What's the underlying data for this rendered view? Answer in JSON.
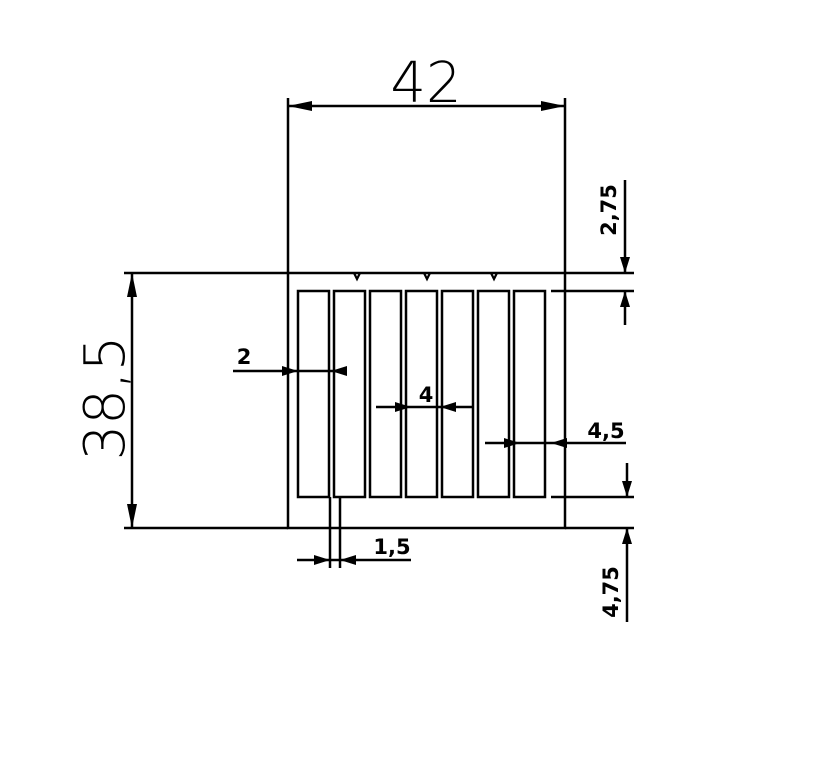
{
  "drawing": {
    "stroke_color": "#000000",
    "background_color": "#ffffff",
    "slot_count": 7,
    "dimensions": {
      "overall_width": "42",
      "overall_height": "38,5",
      "top_wall": "2,75",
      "bottom_wall": "4,75",
      "side_wall": "2",
      "slot_width": "4",
      "right_wall": "4,5",
      "rib_width": "1,5"
    }
  }
}
